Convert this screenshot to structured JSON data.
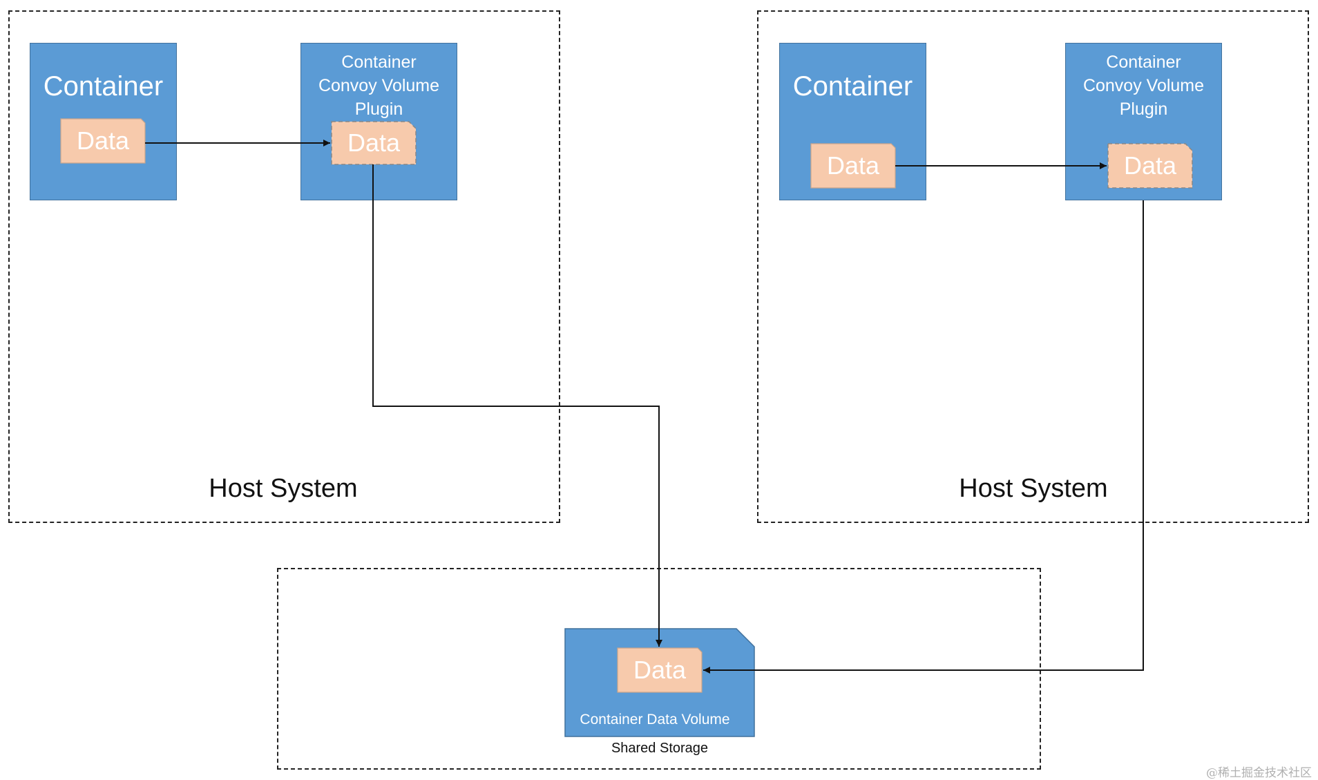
{
  "left_host": {
    "label": "Host System",
    "container": {
      "title": "Container",
      "data_label": "Data"
    },
    "plugin": {
      "title": "Container\nConvoy Volume\nPlugin",
      "data_label": "Data"
    }
  },
  "right_host": {
    "label": "Host System",
    "container": {
      "title": "Container",
      "data_label": "Data"
    },
    "plugin": {
      "title": "Container\nConvoy Volume\nPlugin",
      "data_label": "Data"
    }
  },
  "shared_storage": {
    "label": "Shared Storage",
    "volume": {
      "title": "Container Data Volume",
      "data_label": "Data"
    }
  },
  "watermark": "@稀土掘金技术社区",
  "colors": {
    "box_fill": "#5b9bd5",
    "box_border": "#41719c",
    "data_fill": "#f7caac",
    "line": "#111111"
  }
}
